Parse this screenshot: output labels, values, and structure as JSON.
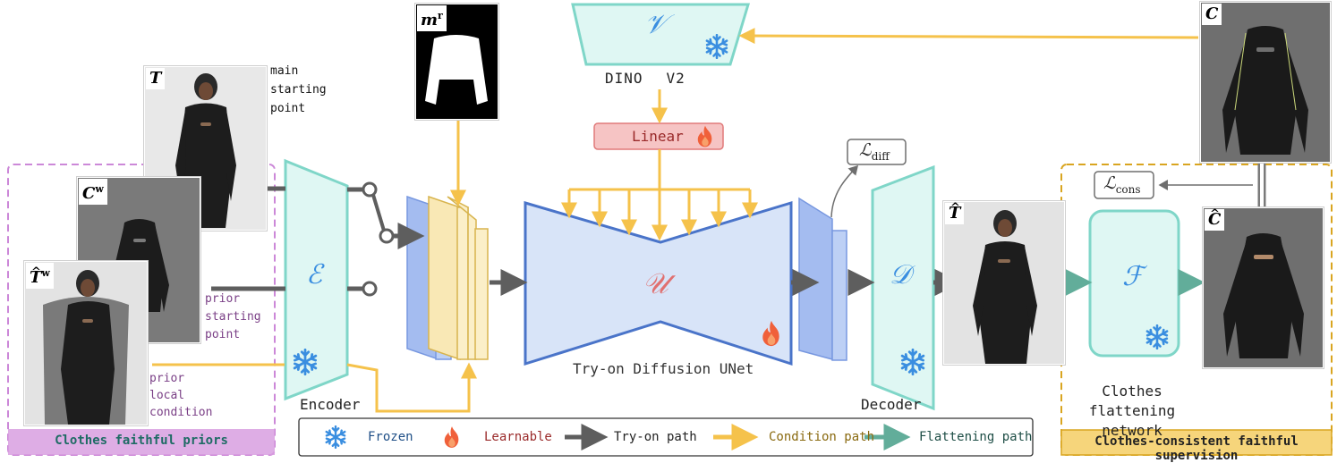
{
  "images": {
    "T": "T",
    "Cw": "C",
    "Cw_sup": "w",
    "That_w": "T",
    "That_w_sup": "w",
    "mr": "m",
    "mr_sup": "r",
    "C_top": "C",
    "T_hat_out": "T",
    "C_hat": "C"
  },
  "annotations": {
    "main_starting_point": [
      "main",
      "starting",
      "point"
    ],
    "prior_starting_point": [
      "prior",
      "starting",
      "point"
    ],
    "prior_local_condition": [
      "prior",
      "local",
      "condition"
    ]
  },
  "modules": {
    "encoder_symbol": "ℰ",
    "encoder_label": "Encoder",
    "unet_symbol": "𝒰",
    "unet_label": "Try-on Diffusion UNet",
    "decoder_symbol": "𝒟",
    "decoder_label": "Decoder",
    "dino_symbol": "𝒱",
    "dino_label_1": "DINO",
    "dino_label_2": "V2",
    "linear_label": "Linear",
    "flatten_symbol": "ℱ",
    "flatten_label_1": "Clothes flattening",
    "flatten_label_2": "network",
    "loss_diff": "ℒ",
    "loss_diff_sub": "diff",
    "loss_cons": "ℒ",
    "loss_cons_sub": "cons"
  },
  "groups": {
    "left_title": "Clothes faithful priors",
    "right_title": "Clothes-consistent faithful supervision"
  },
  "legend": {
    "frozen": "Frozen",
    "learnable": "Learnable",
    "tryon_path": "Try-on path",
    "condition_path": "Condition path",
    "flattening_path": "Flattening path"
  },
  "colors": {
    "pink_group": "#cc88d8",
    "orange_group": "#d9a520",
    "teal": "#7fd6c8",
    "blue": "#4a74c9",
    "yellow_arrow": "#f5c24b",
    "gray_arrow": "#5e5e5e",
    "teal_arrow": "#62ad9a",
    "linear_fill": "#f6c4c4",
    "frozen_icon": "#3a8ee0",
    "learnable_icon": "#f0603a"
  }
}
